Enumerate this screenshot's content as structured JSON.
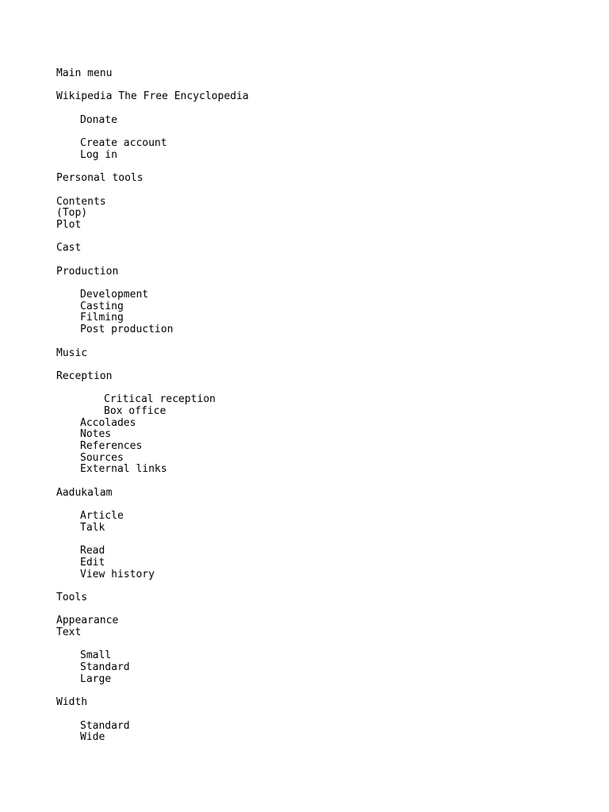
{
  "main_menu": {
    "label": "Main menu"
  },
  "site": {
    "name": "Wikipedia The Free Encyclopedia"
  },
  "header_links": {
    "donate": "Donate",
    "create_account": "Create account",
    "log_in": "Log in"
  },
  "personal_tools": {
    "label": "Personal tools"
  },
  "contents": {
    "heading": "Contents",
    "top": "(Top)",
    "plot": "Plot",
    "cast": "Cast",
    "production": "Production",
    "production_sub": {
      "development": "Development",
      "casting": "Casting",
      "filming": "Filming",
      "post_production": "Post production"
    },
    "music": "Music",
    "reception": "Reception",
    "reception_sub": {
      "critical_reception": "Critical reception",
      "box_office": "Box office"
    },
    "accolades": "Accolades",
    "notes": "Notes",
    "references": "References",
    "sources": "Sources",
    "external_links": "External links"
  },
  "article_title": "Aadukalam",
  "namespaces": {
    "article": "Article",
    "talk": "Talk"
  },
  "views": {
    "read": "Read",
    "edit": "Edit",
    "view_history": "View history"
  },
  "tools": {
    "label": "Tools"
  },
  "appearance": {
    "heading": "Appearance",
    "text_label": "Text",
    "text_options": {
      "small": "Small",
      "standard": "Standard",
      "large": "Large"
    },
    "width_label": "Width",
    "width_options": {
      "standard": "Standard",
      "wide": "Wide"
    }
  }
}
